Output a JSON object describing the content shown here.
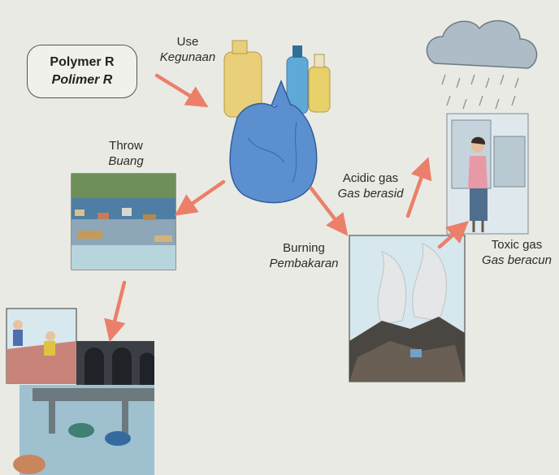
{
  "start": {
    "title": "Polymer R",
    "title_translation": "Polimer R"
  },
  "labels": {
    "use": {
      "en": "Use",
      "ms": "Kegunaan"
    },
    "throw": {
      "en": "Throw",
      "ms": "Buang"
    },
    "burning": {
      "en": "Burning",
      "ms": "Pembakaran"
    },
    "acidic_gas": {
      "en": "Acidic gas",
      "ms": "Gas berasid"
    },
    "toxic_gas": {
      "en": "Toxic gas",
      "ms": "Gas beracun"
    }
  },
  "colors": {
    "arrow": "#ec7f6a",
    "bag": "#5b8fcf",
    "water": "#6fa3cc",
    "smoke": "#e4e6e8"
  },
  "icons": [
    "plastic-bottles-icon",
    "trash-bag-icon",
    "river-rubbish-icon",
    "flood-scene-icon",
    "burning-dump-icon",
    "acid-rain-cloud-icon",
    "coughing-woman-icon"
  ]
}
